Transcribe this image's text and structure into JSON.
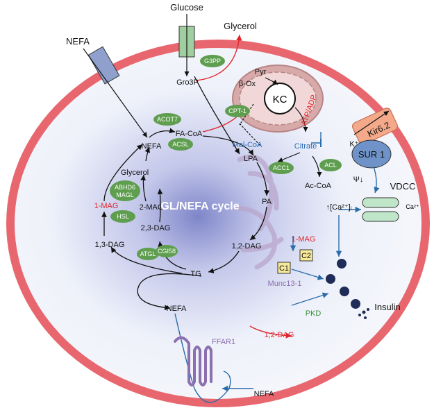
{
  "labels": {
    "glucose": "Glucose",
    "glycerol_top": "Glycerol",
    "nefa_top": "NEFA",
    "g3pp": "G3PP",
    "gro3p": "Gro3P",
    "pyr": "Pyr",
    "beta_ox": "β-Ox",
    "kc": "KC",
    "atp_adp": "ATP/ADP",
    "citrate": "Citrate",
    "k_plus": "K⁺",
    "kir62": "Kir6.2",
    "sur1": "SUR 1",
    "psi": "Ψ↓",
    "vdcc": "VDCC",
    "ca_intra": "↑[Ca²⁺]ᵢ",
    "ca_ext": "Ca²⁺",
    "acot7": "ACOT7",
    "facoa": "FA-CoA",
    "acsl": "ACSL",
    "cpt1": "CPT-1",
    "malcoa": "Mal-CoA",
    "nefa_cycle": "NEFA",
    "lpa": "LPA",
    "acc1": "ACC1",
    "acl": "ACL",
    "accoa": "Ac-CoA",
    "glycerol_cycle": "Glycerol",
    "abhd6": "ABHD6",
    "magl": "MAGL",
    "mag1": "1-MAG",
    "mag2": "2-MAG",
    "cycle_title": "GL/NEFA cycle",
    "pa": "PA",
    "hsl": "HSL",
    "dag23": "2,3-DAG",
    "dag13": "1,3-DAG",
    "dag12": "1,2-DAG",
    "atgl": "ATGL",
    "cgi58": "CGI58",
    "tg": "TG",
    "mag1_red": "1-MAG",
    "c1": "C1",
    "c2": "C2",
    "munc": "Munc13-1",
    "nefa_bottom": "NEFA",
    "pkd": "PKD",
    "insulin": "Insulin",
    "ffar1": "FFAR1",
    "dag12_red": "1,2-DAG",
    "nefa_ext": "NEFA"
  },
  "colors": {
    "membrane": "#e8676f",
    "cell_fill": "#eef2fa",
    "enzyme": "#5f9e4f",
    "transporter": "#9fcf9f",
    "nefa_channel": "#8fa0cc",
    "mito": "#c99a9a",
    "er": "#b9a6cc",
    "kir": "#f3a98a",
    "sur": "#6f93c9",
    "granule": "#1f2c57",
    "arrow_blue": "#2b6ca8",
    "arrow_red": "#e0262b"
  }
}
